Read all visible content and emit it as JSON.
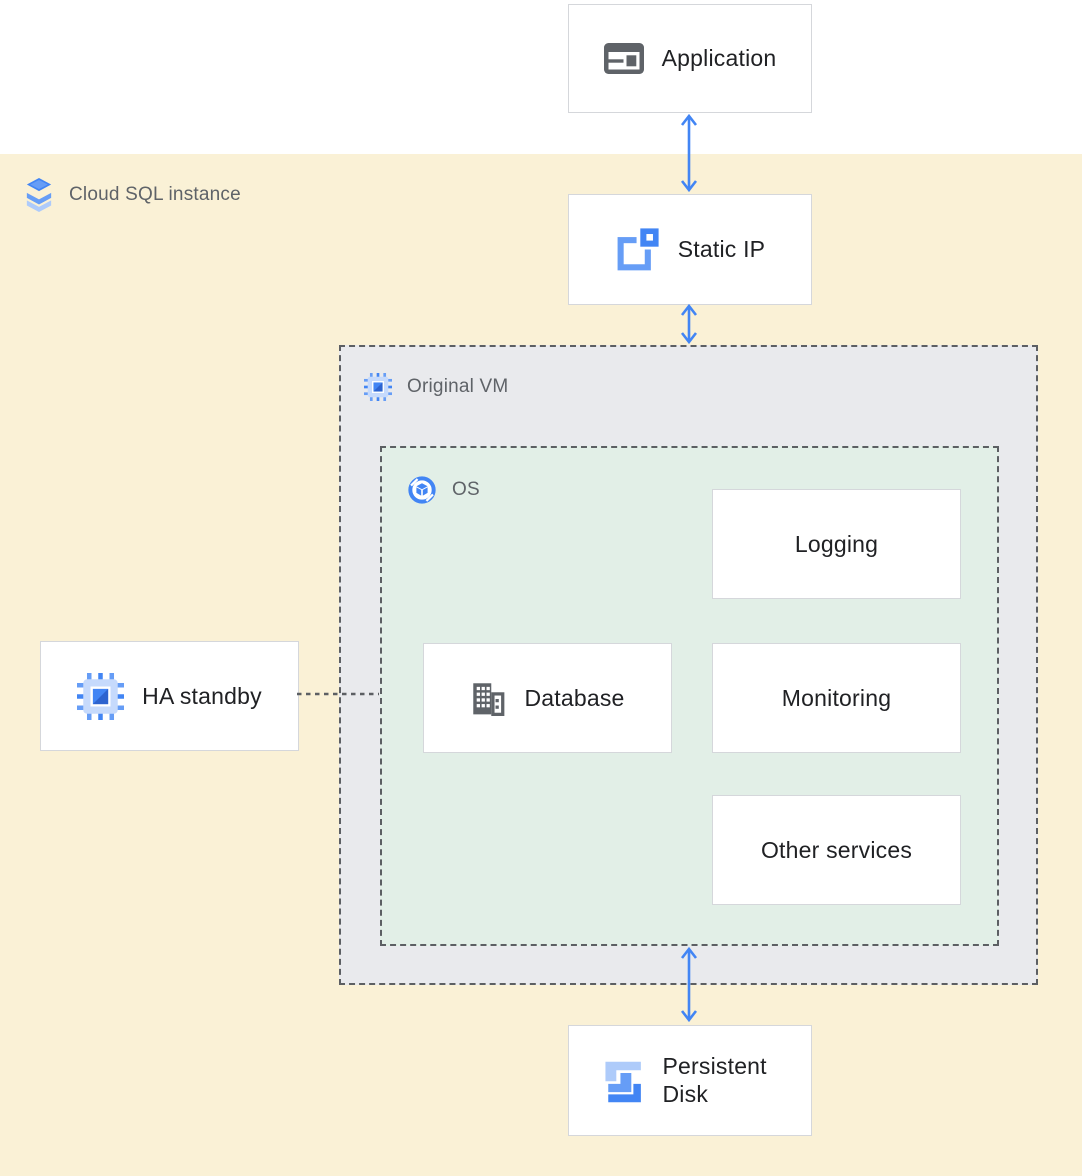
{
  "diagram": {
    "region": {
      "label": "Cloud SQL instance"
    },
    "nodes": {
      "application": {
        "label": "Application"
      },
      "static_ip": {
        "label": "Static IP"
      },
      "original_vm": {
        "label": "Original VM"
      },
      "os": {
        "label": "OS"
      },
      "logging": {
        "label": "Logging"
      },
      "database": {
        "label": "Database"
      },
      "monitoring": {
        "label": "Monitoring"
      },
      "other_services": {
        "label": "Other services"
      },
      "ha_standby": {
        "label": "HA standby"
      },
      "persistent_disk": {
        "label": "Persistent Disk"
      }
    },
    "connections": [
      {
        "from": "application",
        "to": "static_ip",
        "style": "double-arrow"
      },
      {
        "from": "static_ip",
        "to": "original_vm",
        "style": "double-arrow"
      },
      {
        "from": "os",
        "to": "persistent_disk",
        "style": "double-arrow"
      },
      {
        "from": "ha_standby",
        "to": "os",
        "style": "dashed-line"
      }
    ],
    "icons": {
      "application": "app-window-icon",
      "cloud_sql": "cloud-sql-stack-icon",
      "static_ip": "static-ip-icon",
      "original_vm": "compute-engine-chip-icon",
      "ha_standby": "compute-engine-chip-icon",
      "os": "os-cube-circle-icon",
      "database": "database-building-icon",
      "persistent_disk": "persistent-disk-icon"
    },
    "colors": {
      "accent_blue": "#4285f4",
      "instance_region_bg": "#faf1d6",
      "vm_box_bg": "#e9eaed",
      "os_box_bg": "#e2efe7",
      "node_border": "#d5d7db",
      "dashed_border": "#5c5f63",
      "label_gray": "#5f6368",
      "label_dark": "#202124"
    }
  }
}
